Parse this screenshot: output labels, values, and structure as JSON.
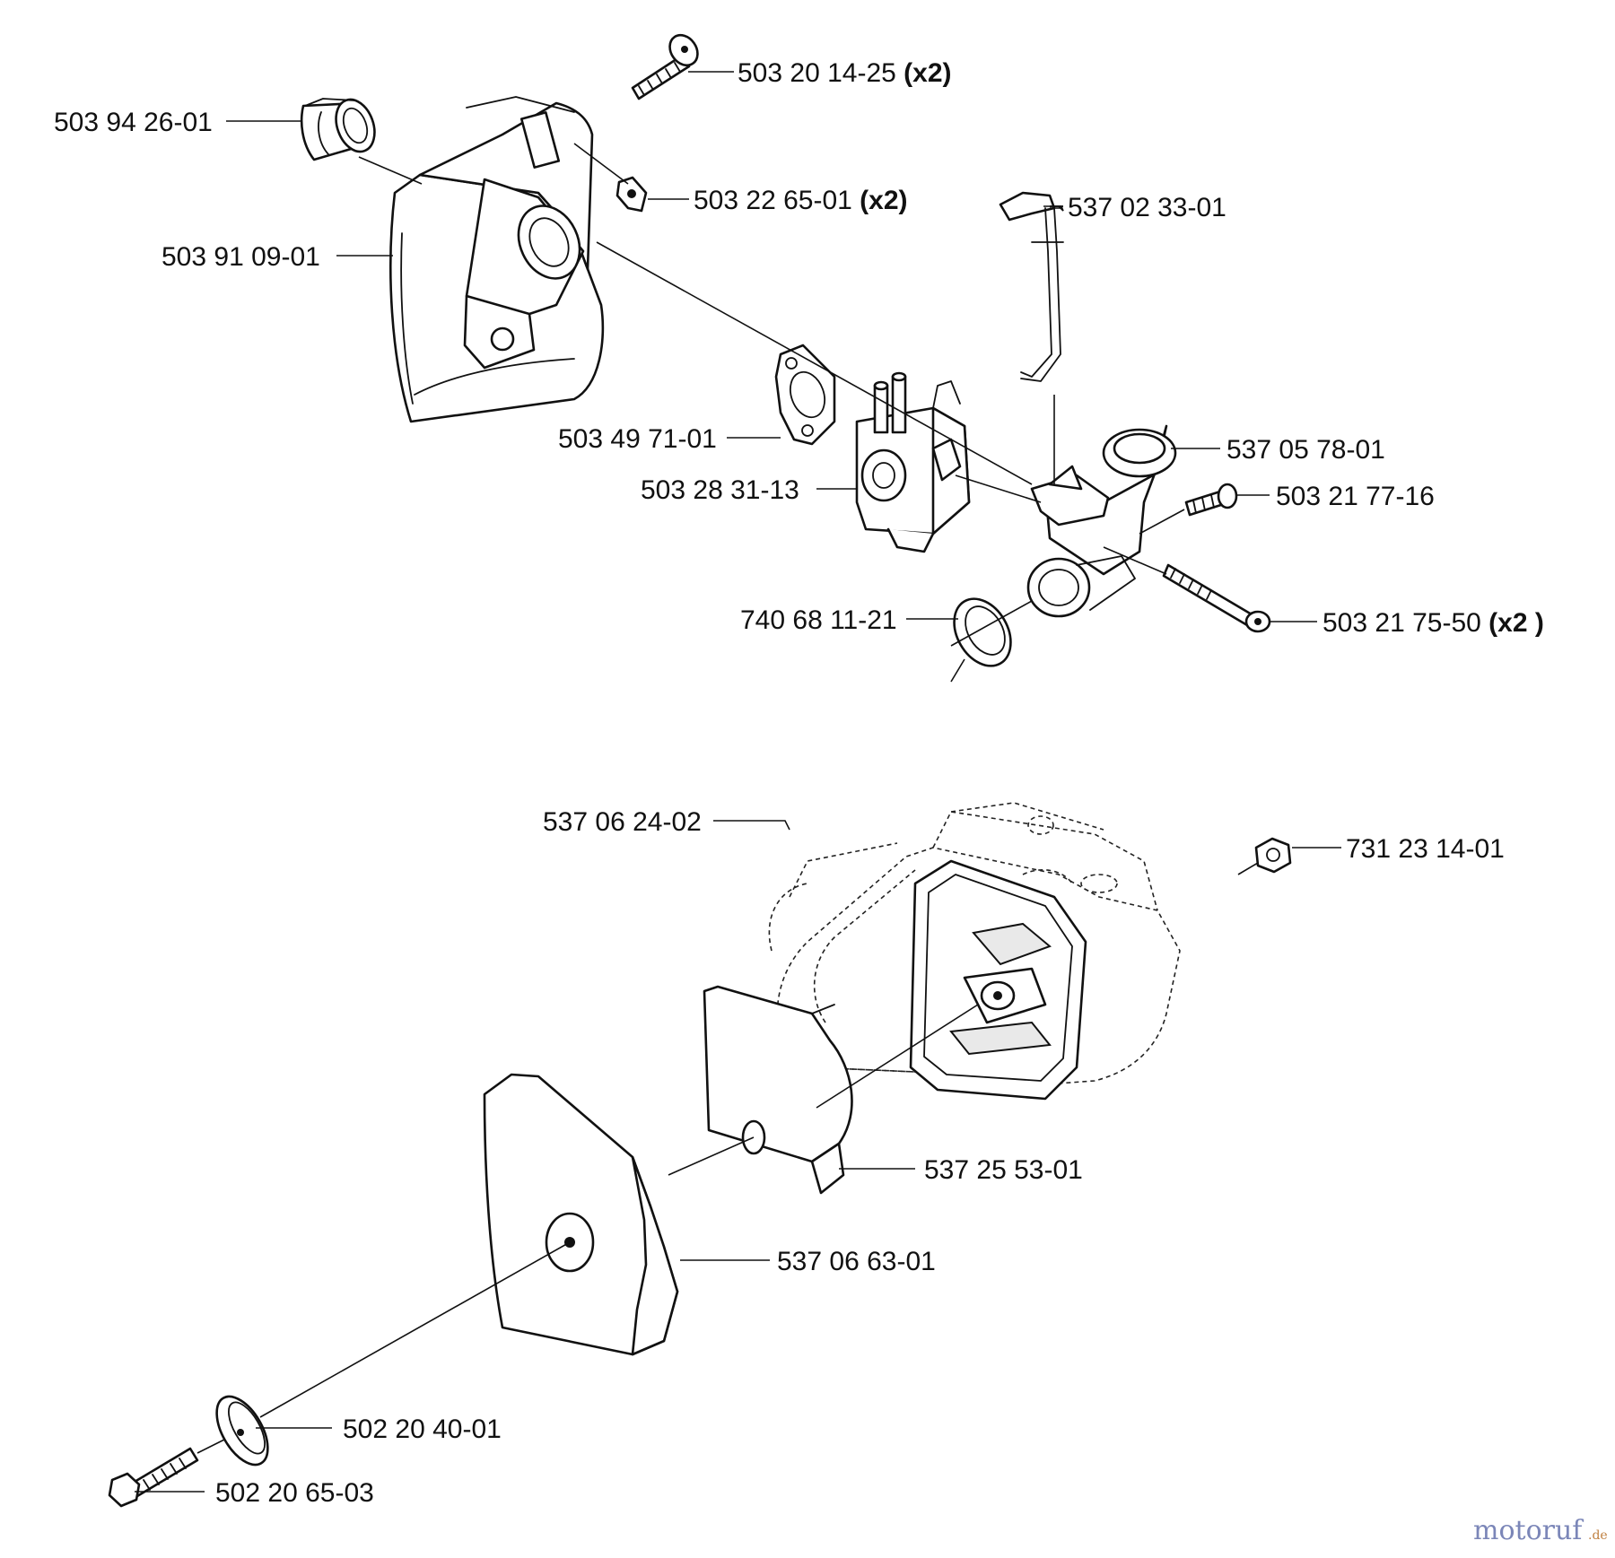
{
  "labels": {
    "p1": {
      "num": "503 94 26-01",
      "qty": ""
    },
    "p2": {
      "num": "503 20 14-25",
      "qty": "(x2)"
    },
    "p3": {
      "num": "503 22 65-01",
      "qty": "(x2)"
    },
    "p4": {
      "num": "537 02 33-01",
      "qty": ""
    },
    "p5": {
      "num": "503 91 09-01",
      "qty": ""
    },
    "p6": {
      "num": "503 49 71-01",
      "qty": ""
    },
    "p7": {
      "num": "537 05 78-01",
      "qty": ""
    },
    "p8": {
      "num": "503 28 31-13",
      "qty": ""
    },
    "p9": {
      "num": "503 21 77-16",
      "qty": ""
    },
    "p10": {
      "num": "740 68 11-21",
      "qty": ""
    },
    "p11": {
      "num": "503 21 75-50",
      "qty": "(x2 )"
    },
    "p12": {
      "num": "537 06 24-02",
      "qty": ""
    },
    "p13": {
      "num": "731 23 14-01",
      "qty": ""
    },
    "p14": {
      "num": "537 25 53-01",
      "qty": ""
    },
    "p15": {
      "num": "537 06 63-01",
      "qty": ""
    },
    "p16": {
      "num": "502 20 40-01",
      "qty": ""
    },
    "p17": {
      "num": "502 20 65-03",
      "qty": ""
    }
  },
  "watermark": {
    "brand": "motoruf",
    "suffix": ".de"
  }
}
